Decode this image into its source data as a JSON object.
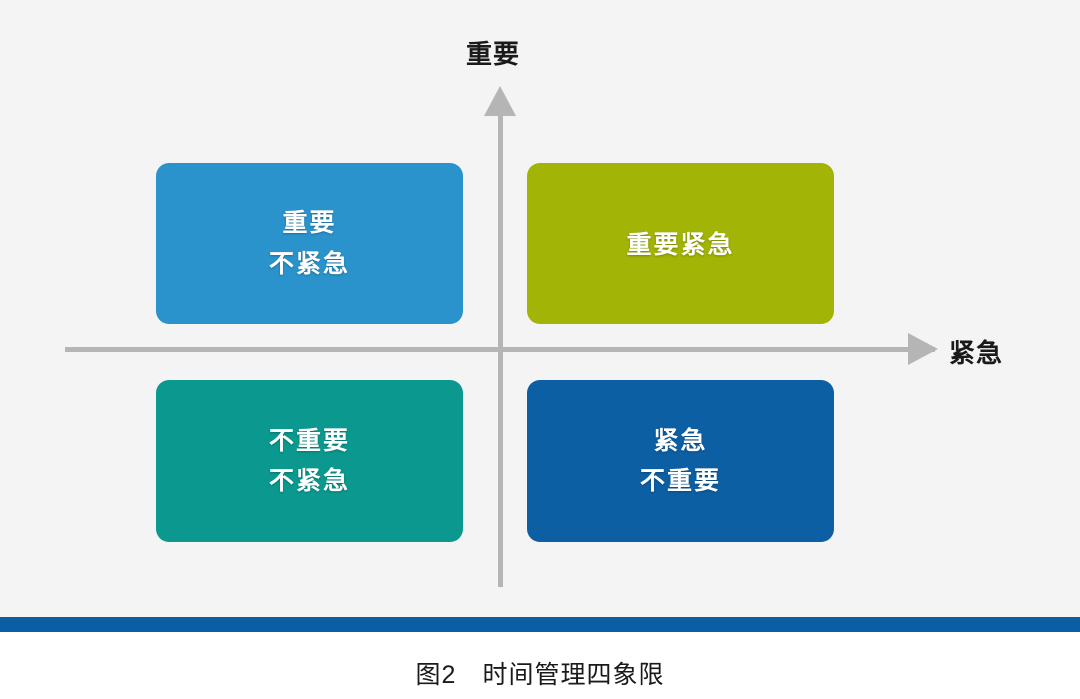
{
  "figure": {
    "axes": {
      "vertical_label": "重要",
      "horizontal_label": "紧急"
    },
    "quadrants": [
      {
        "id": "top-left",
        "lines": [
          "重要",
          "不紧急"
        ],
        "color": "#2b93cc",
        "side_color": "#1f76a8"
      },
      {
        "id": "top-right",
        "lines": [
          "重要紧急"
        ],
        "color": "#a2b405",
        "side_color": "#7f8d04"
      },
      {
        "id": "bottom-left",
        "lines": [
          "不重要",
          "不紧急"
        ],
        "color": "#0b998f",
        "side_color": "#07766e"
      },
      {
        "id": "bottom-right",
        "lines": [
          "紧急",
          "不重要"
        ],
        "color": "#0d5fa4",
        "side_color": "#0a4a80"
      }
    ],
    "axis_color": "#b5b5b5",
    "background_color": "#f4f4f4",
    "rule_color": "#0b5ea3"
  },
  "caption": {
    "number": "图2",
    "title": "时间管理四象限"
  }
}
